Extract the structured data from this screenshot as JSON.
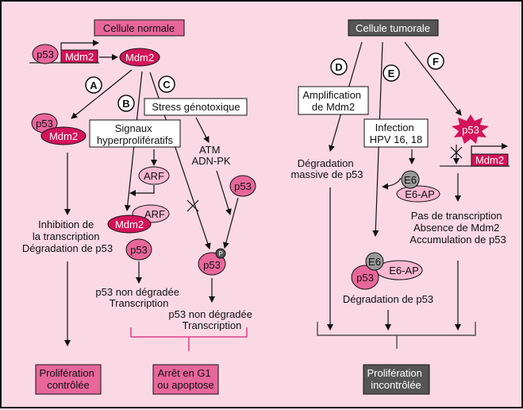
{
  "colors": {
    "background": "#fad9e5",
    "pink_box": "#e8679a",
    "magenta": "#d4145a",
    "light_pink_oval": "#f8b8d0",
    "dark_grey_box": "#555555",
    "grey_e6": "#9a9a9a",
    "bracket_pink": "#e0408a",
    "line": "#111111"
  },
  "left": {
    "title": "Cellule normale",
    "gene_p53": "p53",
    "gene_mdm2": "Mdm2",
    "protein_mdm2": "Mdm2",
    "labels": {
      "a": "A",
      "b": "B",
      "c": "C"
    },
    "complex_a": {
      "p53": "p53",
      "mdm2": "Mdm2"
    },
    "stress_box": "Stress génotoxique",
    "signals_box": [
      "Signaux",
      "hyperprolifératifs"
    ],
    "atm": [
      "ATM",
      "ADN-PK"
    ],
    "arf": "ARF",
    "complex_b": {
      "arf": "ARF",
      "mdm2": "Mdm2",
      "p53": "p53"
    },
    "p53_free": "p53",
    "p53_phospho": "p53",
    "phospho_mark": "P",
    "inhibition_text": [
      "Inhibition de",
      "la transcription",
      "Dégradation de p53"
    ],
    "b_result": [
      "p53 non dégradée",
      "Transcription"
    ],
    "c_result": [
      "p53 non dégradée",
      "Transcription"
    ],
    "outcome_controlled": [
      "Prolifération",
      "contrôlée"
    ],
    "outcome_arrest": [
      "Arrêt en G1",
      "ou apoptose"
    ]
  },
  "right": {
    "title": "Cellule tumorale",
    "labels": {
      "d": "D",
      "e": "E",
      "f": "F"
    },
    "amplification_box": [
      "Amplification",
      "de Mdm2"
    ],
    "infection_box": [
      "Infection",
      "HPV 16, 18"
    ],
    "massive_degradation": [
      "Dégradation",
      "massive de p53"
    ],
    "e6": "E6",
    "e6ap": "E6-AP",
    "complex_e": {
      "e6": "E6",
      "e6ap": "E6-AP",
      "p53": "p53"
    },
    "degradation_text": "Dégradation de p53",
    "mutant_p53": "p53",
    "gene_mdm2": "Mdm2",
    "f_result": [
      "Pas de transcription",
      "Absence de Mdm2",
      "Accumulation de p53"
    ],
    "outcome_uncontrolled": [
      "Prolifération",
      "incontrôlée"
    ]
  }
}
